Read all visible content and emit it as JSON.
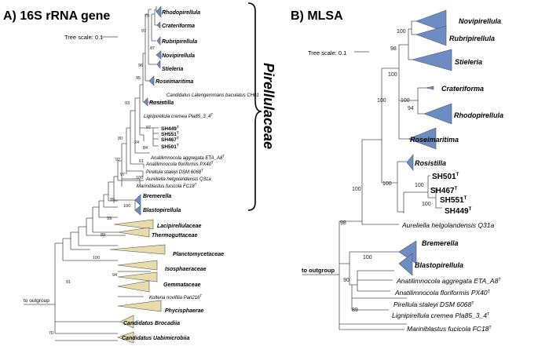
{
  "panel_a": {
    "title": "A) 16S rRNA gene",
    "tree_scale": "Tree scale: 0.1",
    "family": "Pirellulaceae",
    "outgroup": "to outgroup",
    "taxa": [
      "Rhodopirellula",
      "Crateriforma",
      "Rubripirellula",
      "Novipirellula",
      "Stieleria",
      "Roseimaritima",
      "Candidatus Laterigemmans baculatus CH01",
      "Rosistilla",
      "Lignipirellula cremea Pla85_3_4",
      "SH449",
      "SH551",
      "SH467",
      "SH501",
      "Anatilimnocola aggregata ETA_A8",
      "Anatilimnocola floriformis PX40",
      "Pirellula staleyi DSM 6068",
      "Aureliella helgolandensis Q31a",
      "Mariniblastus fucicola FC18",
      "Bremerella",
      "Blastopirellula",
      "Lacipirellulaceae",
      "Thermoguttaceae",
      "Planctomycetaceae",
      "Isosphaeraceae",
      "Gemmataceae",
      "Kolteria novifilia Pan216",
      "Phycisphaerae",
      "Candidatus Brocadiia",
      "Candidatus Uabimicrobiia"
    ],
    "type_strain_mark": "T",
    "bootstrap": [
      "70",
      "97",
      "87",
      "96",
      "95",
      "93",
      "97",
      "24",
      "84",
      "61",
      "80",
      "92",
      "100",
      "97",
      "99",
      "100",
      "99",
      "89",
      "100",
      "94",
      "91",
      "70"
    ]
  },
  "panel_b": {
    "title": "B) MLSA",
    "tree_scale": "Tree scale: 0.1",
    "outgroup": "to outgroup",
    "taxa": [
      "Novipirellula",
      "Rubripirellula",
      "Stieleria",
      "Crateriforma",
      "Rhodopirellula",
      "Roseimaritima",
      "Rosistilla",
      "SH501",
      "SH467",
      "SH551",
      "SH449",
      "Aureliella helgolandensis Q31a",
      "Bremerella",
      "Blastopirellula",
      "Anatilimnocola aggregata ETA_A8",
      "Anatilimnocola floriformis PX40",
      "Pirellula staleyi DSM 6068",
      "Lignipirellula cremea Pla85_3_4",
      "Mariniblastus fucicola FC18"
    ],
    "type_strain_mark": "T",
    "bootstrap": [
      "100",
      "98",
      "100",
      "94",
      "100",
      "100",
      "100",
      "100",
      "100",
      "100",
      "98",
      "100",
      "90",
      "89"
    ]
  },
  "colors": {
    "family_clade": "#6e8cc4",
    "outer_clade": "#e8dcab",
    "outline": "#555555"
  }
}
